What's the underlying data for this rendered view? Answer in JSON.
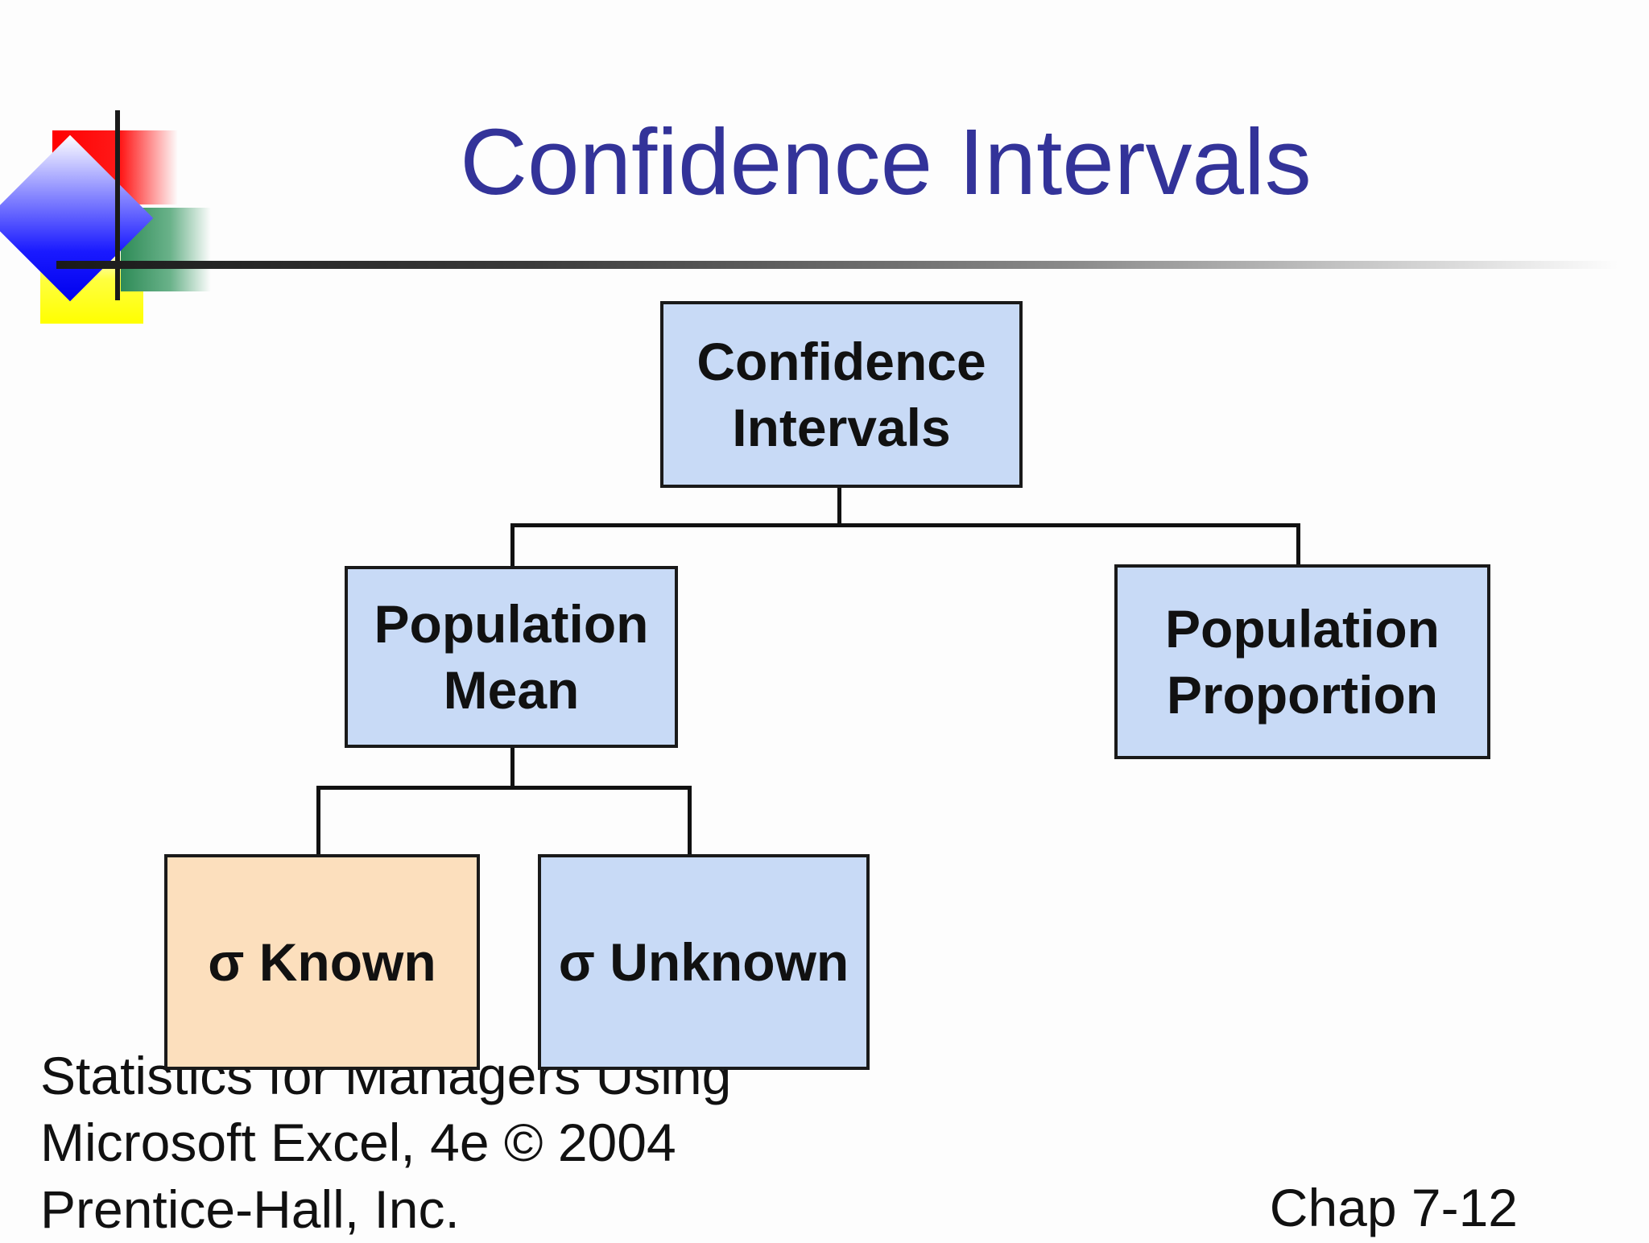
{
  "slide": {
    "title": "Confidence Intervals"
  },
  "diagram": {
    "root": {
      "line1": "Confidence",
      "line2": "Intervals"
    },
    "mean": {
      "line1": "Population",
      "line2": "Mean"
    },
    "proportion": {
      "line1": "Population",
      "line2": "Proportion"
    },
    "known": {
      "label": "σ Known",
      "color": "#fcdfbd"
    },
    "unknown": {
      "label": "σ Unknown",
      "color": "#c8daf6"
    }
  },
  "footer": {
    "line1": "Statistics for Managers Using",
    "line2": "Microsoft Excel, 4e © 2004",
    "line3": "Prentice-Hall, Inc.",
    "chapter": "Chap 7-12"
  },
  "logo": {
    "icon": "slide-logo-icon",
    "colors": [
      "#ff0000",
      "#ffff00",
      "#2e8b57",
      "#0000ee"
    ]
  }
}
